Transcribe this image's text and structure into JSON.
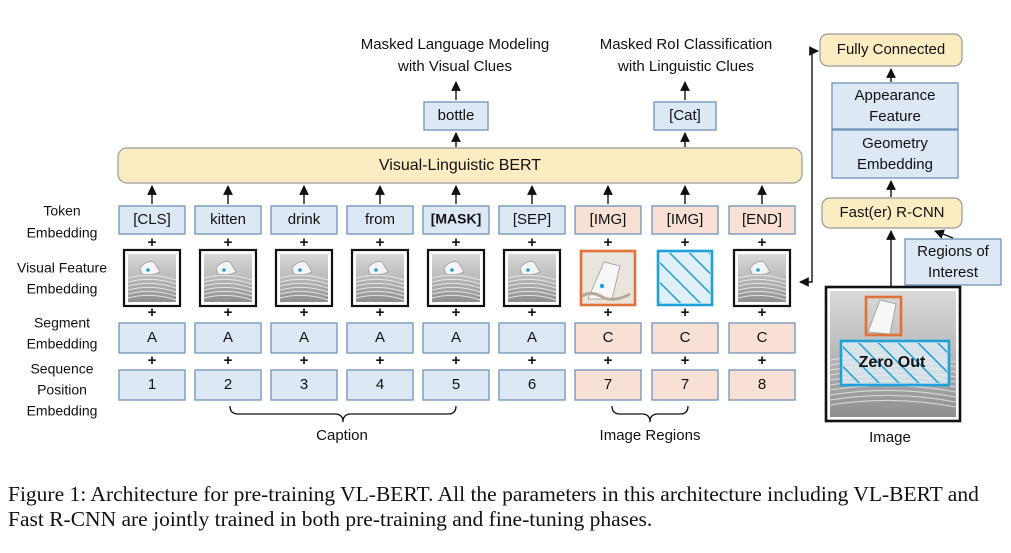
{
  "top_labels": {
    "mlm": [
      "Masked Language Modeling",
      "with Visual Clues"
    ],
    "mrc": [
      "Masked RoI Classification",
      "with Linguistic Clues"
    ]
  },
  "outputs": {
    "bottle": "bottle",
    "cat": "[Cat]"
  },
  "bert_label": "Visual-Linguistic BERT",
  "row_labels": {
    "token": [
      "Token",
      "Embedding"
    ],
    "visual": [
      "Visual Feature",
      "Embedding"
    ],
    "segment": [
      "Segment",
      "Embedding"
    ],
    "position": [
      "Sequence",
      "Position",
      "Embedding"
    ]
  },
  "columns": [
    {
      "token": "[CLS]",
      "segment": "A",
      "position": "1",
      "kind": "text",
      "visual": "full-image"
    },
    {
      "token": "kitten",
      "segment": "A",
      "position": "2",
      "kind": "text",
      "visual": "full-image"
    },
    {
      "token": "drink",
      "segment": "A",
      "position": "3",
      "kind": "text",
      "visual": "full-image"
    },
    {
      "token": "from",
      "segment": "A",
      "position": "4",
      "kind": "text",
      "visual": "full-image"
    },
    {
      "token": "[MASK]",
      "segment": "A",
      "position": "5",
      "kind": "text",
      "visual": "full-image",
      "bold": true
    },
    {
      "token": "[SEP]",
      "segment": "A",
      "position": "6",
      "kind": "text",
      "visual": "full-image"
    },
    {
      "token": "[IMG]",
      "segment": "C",
      "position": "7",
      "kind": "image",
      "visual": "roi-crop"
    },
    {
      "token": "[IMG]",
      "segment": "C",
      "position": "7",
      "kind": "image",
      "visual": "zeroed-region"
    },
    {
      "token": "[END]",
      "segment": "C",
      "position": "8",
      "kind": "image",
      "visual": "full-image"
    }
  ],
  "plus_sign": "+",
  "brace_labels": {
    "caption": "Caption",
    "regions": "Image Regions"
  },
  "right_stack": {
    "fully_connected": "Fully Connected",
    "appearance": [
      "Appearance",
      "Feature"
    ],
    "geometry": [
      "Geometry",
      "Embedding"
    ],
    "rcnn": "Fast(er) R-CNN",
    "regions": [
      "Regions of",
      "Interest"
    ],
    "zero_out": "Zero Out",
    "image_label": "Image"
  },
  "colors": {
    "blue_fill": "#dce9f5",
    "peach_fill": "#f8e0d5",
    "yellow_fill": "#fcecc2",
    "box_stroke": "#6f93b8",
    "roi_orange": "#e0713a",
    "zero_cyan": "#1ea0d8"
  },
  "figure_caption": "Figure 1: Architecture for pre-training VL-BERT. All the parameters in this architecture including VL-BERT and Fast R-CNN are jointly trained in both pre-training and fine-tuning phases."
}
